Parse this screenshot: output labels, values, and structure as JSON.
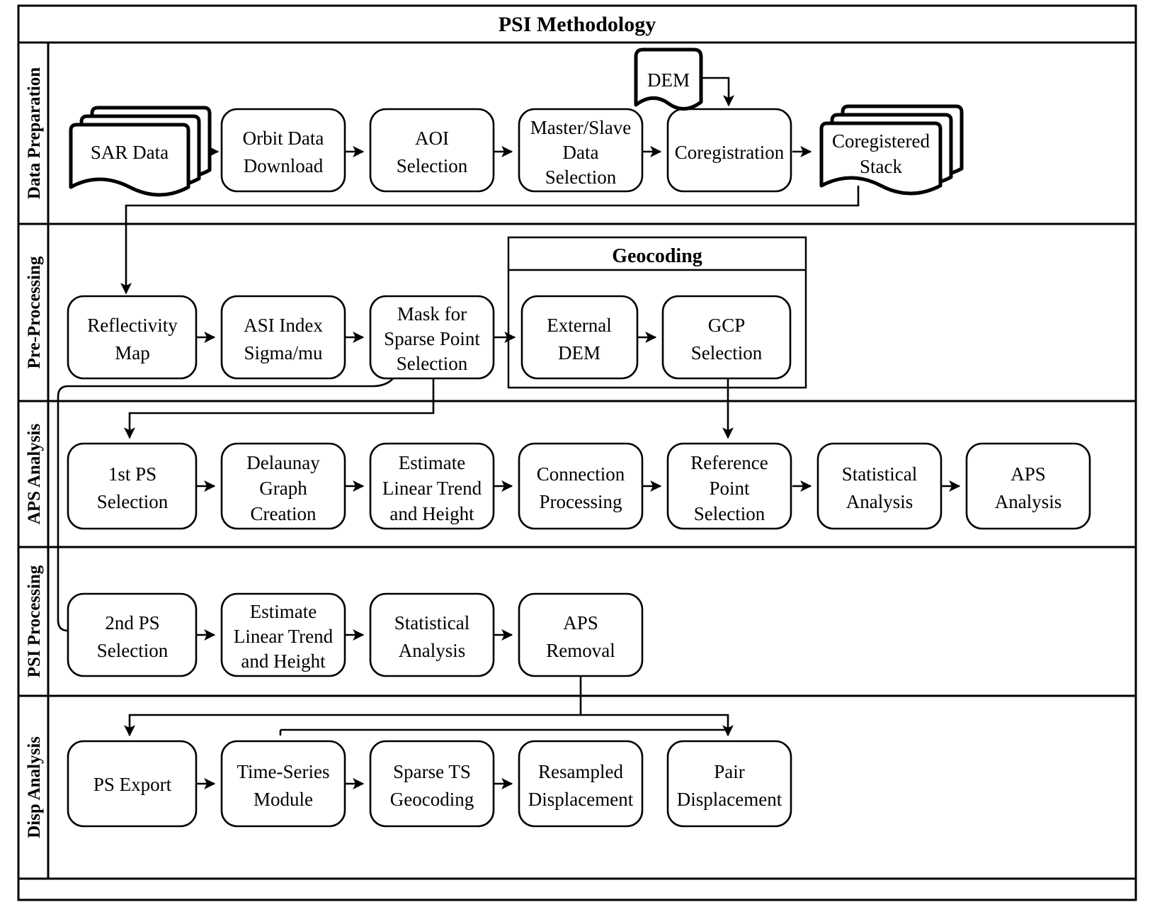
{
  "title": "PSI Methodology",
  "lanes": [
    {
      "id": "data-preparation",
      "label": "Data Preparation"
    },
    {
      "id": "pre-processing",
      "label": "Pre-Processing"
    },
    {
      "id": "aps-analysis",
      "label": "APS Analysis"
    },
    {
      "id": "psi-processing",
      "label": "PSI Processing"
    },
    {
      "id": "disp-analysis",
      "label": "Disp Analysis"
    }
  ],
  "groups": [
    {
      "id": "geocoding",
      "label": "Geocoding"
    }
  ],
  "nodes": {
    "sar_data": {
      "label": "SAR Data",
      "shape": "stacked-document"
    },
    "orbit_data_download": {
      "label": "Orbit Data\nDownload",
      "shape": "rounded-rect"
    },
    "aoi_selection": {
      "label": "AOI\nSelection",
      "shape": "rounded-rect"
    },
    "master_slave": {
      "label": "Master/Slave\nData\nSelection",
      "shape": "rounded-rect"
    },
    "coregistration": {
      "label": "Coregistration",
      "shape": "rounded-rect"
    },
    "coregistered_stack": {
      "label": "Coregistered\nStack",
      "shape": "stacked-document"
    },
    "dem": {
      "label": "DEM",
      "shape": "document"
    },
    "reflectivity_map": {
      "label": "Reflectivity\nMap",
      "shape": "rounded-rect"
    },
    "asi_index": {
      "label": "ASI Index\nSigma/mu",
      "shape": "rounded-rect"
    },
    "mask_sparse": {
      "label": "Mask for\nSparse Point\nSelection",
      "shape": "rounded-rect"
    },
    "external_dem": {
      "label": "External\nDEM",
      "shape": "rounded-rect"
    },
    "gcp_selection": {
      "label": "GCP\nSelection",
      "shape": "rounded-rect"
    },
    "first_ps_selection": {
      "label": "1st PS\nSelection",
      "shape": "rounded-rect"
    },
    "delaunay_graph": {
      "label": "Delaunay\nGraph\nCreation",
      "shape": "rounded-rect"
    },
    "estimate_linear_trend_1": {
      "label": "Estimate\nLinear Trend\nand Height",
      "shape": "rounded-rect"
    },
    "connection_processing": {
      "label": "Connection\nProcessing",
      "shape": "rounded-rect"
    },
    "reference_point": {
      "label": "Reference\nPoint\nSelection",
      "shape": "rounded-rect"
    },
    "statistical_analysis_1": {
      "label": "Statistical\nAnalysis",
      "shape": "rounded-rect"
    },
    "aps_analysis": {
      "label": "APS\nAnalysis",
      "shape": "rounded-rect"
    },
    "second_ps_selection": {
      "label": "2nd PS\nSelection",
      "shape": "rounded-rect"
    },
    "estimate_linear_trend_2": {
      "label": "Estimate\nLinear Trend\nand Height",
      "shape": "rounded-rect"
    },
    "statistical_analysis_2": {
      "label": "Statistical\nAnalysis",
      "shape": "rounded-rect"
    },
    "aps_removal": {
      "label": "APS\nRemoval",
      "shape": "rounded-rect"
    },
    "ps_export": {
      "label": "PS Export",
      "shape": "rounded-rect"
    },
    "time_series_module": {
      "label": "Time-Series\nModule",
      "shape": "rounded-rect"
    },
    "sparse_ts_geocoding": {
      "label": "Sparse TS\nGeocoding",
      "shape": "rounded-rect"
    },
    "resampled_displacement": {
      "label": "Resampled\nDisplacement",
      "shape": "rounded-rect"
    },
    "pair_displacement": {
      "label": "Pair\nDisplacement",
      "shape": "rounded-rect"
    }
  },
  "flows": [
    {
      "from": "sar_data",
      "to": "orbit_data_download"
    },
    {
      "from": "orbit_data_download",
      "to": "aoi_selection"
    },
    {
      "from": "aoi_selection",
      "to": "master_slave"
    },
    {
      "from": "master_slave",
      "to": "coregistration"
    },
    {
      "from": "dem",
      "to": "coregistration"
    },
    {
      "from": "coregistration",
      "to": "coregistered_stack"
    },
    {
      "from": "coregistered_stack",
      "to": "reflectivity_map"
    },
    {
      "from": "reflectivity_map",
      "to": "asi_index"
    },
    {
      "from": "asi_index",
      "to": "mask_sparse"
    },
    {
      "from": "mask_sparse",
      "to": "external_dem"
    },
    {
      "from": "external_dem",
      "to": "gcp_selection"
    },
    {
      "from": "mask_sparse",
      "to": "first_ps_selection"
    },
    {
      "from": "mask_sparse",
      "to": "second_ps_selection"
    },
    {
      "from": "first_ps_selection",
      "to": "delaunay_graph"
    },
    {
      "from": "delaunay_graph",
      "to": "estimate_linear_trend_1"
    },
    {
      "from": "estimate_linear_trend_1",
      "to": "connection_processing"
    },
    {
      "from": "connection_processing",
      "to": "reference_point"
    },
    {
      "from": "gcp_selection",
      "to": "reference_point"
    },
    {
      "from": "reference_point",
      "to": "statistical_analysis_1"
    },
    {
      "from": "statistical_analysis_1",
      "to": "aps_analysis"
    },
    {
      "from": "second_ps_selection",
      "to": "estimate_linear_trend_2"
    },
    {
      "from": "estimate_linear_trend_2",
      "to": "statistical_analysis_2"
    },
    {
      "from": "statistical_analysis_2",
      "to": "aps_removal"
    },
    {
      "from": "aps_removal",
      "to": "ps_export"
    },
    {
      "from": "aps_removal",
      "to": "time_series_module"
    },
    {
      "from": "aps_removal",
      "to": "pair_displacement"
    },
    {
      "from": "ps_export",
      "to": "time_series_module"
    },
    {
      "from": "time_series_module",
      "to": "sparse_ts_geocoding"
    },
    {
      "from": "sparse_ts_geocoding",
      "to": "resampled_displacement"
    },
    {
      "from": "resampled_displacement",
      "to": "pair_displacement"
    }
  ],
  "colors": {
    "stroke": "#000000",
    "background": "#ffffff"
  }
}
